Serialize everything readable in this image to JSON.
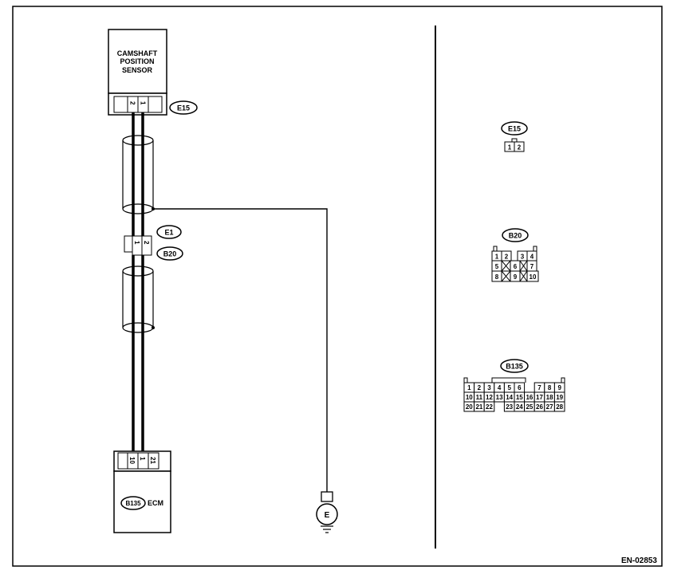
{
  "components": {
    "sensor": {
      "line1": "CAMSHAFT",
      "line2": "POSITION",
      "line3": "SENSOR"
    },
    "ecm": {
      "label": "ECM"
    },
    "ground": {
      "label": "E"
    }
  },
  "connectors": {
    "e15": {
      "id": "E15",
      "pins": [
        "2",
        "1"
      ],
      "face_pins": [
        "1",
        "2"
      ]
    },
    "e1": {
      "id": "E1",
      "pins": [
        "1",
        "2"
      ]
    },
    "b20": {
      "id": "B20",
      "face_rows": [
        [
          "1",
          "2",
          "",
          "3",
          "4"
        ],
        [
          "5",
          "",
          "6",
          "",
          "7"
        ],
        [
          "8",
          "",
          "9",
          "",
          "10"
        ]
      ]
    },
    "b135": {
      "id": "B135",
      "pins": [
        "10",
        "1",
        "21"
      ],
      "face_rows": [
        [
          "1",
          "2",
          "3",
          "4",
          "5",
          "6",
          "",
          "7",
          "8",
          "9"
        ],
        [
          "10",
          "11",
          "12",
          "13",
          "14",
          "15",
          "16",
          "17",
          "18",
          "19"
        ],
        [
          "20",
          "21",
          "22",
          "",
          "23",
          "24",
          "25",
          "26",
          "27",
          "28"
        ]
      ]
    }
  },
  "figure_code": "EN-02853"
}
